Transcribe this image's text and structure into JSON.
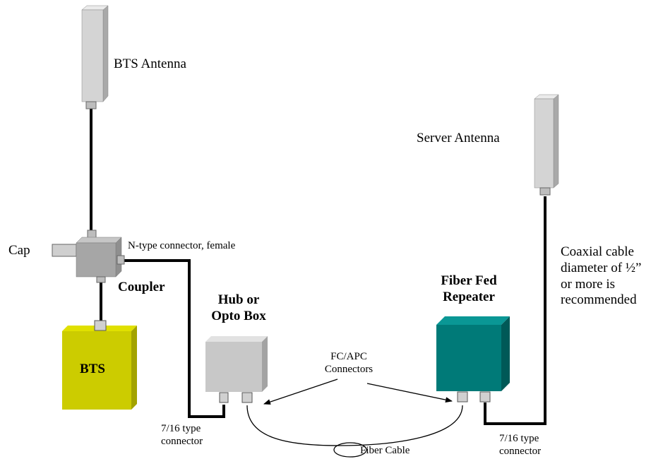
{
  "labels": {
    "bts_antenna": "BTS Antenna",
    "server_antenna": "Server Antenna",
    "cap": "Cap",
    "n_type_connector": "N-type connector, female",
    "coupler": "Coupler",
    "bts": "BTS",
    "hub_line1": "Hub or",
    "hub_line2": "Opto Box",
    "fiber_fed_line1": "Fiber Fed",
    "fiber_fed_line2": "Repeater",
    "coax_line1": "Coaxial cable",
    "coax_line2": "diameter of ½”",
    "coax_line3": "or more is",
    "coax_line4": "recommended",
    "fcapc_line1": "FC/APC",
    "fcapc_line2": "Connectors",
    "conn_left_line1": "7/16 type",
    "conn_left_line2": "connector",
    "fiber_cable": "Fiber Cable",
    "conn_right_line1": "7/16 type",
    "conn_right_line2": "connector"
  },
  "colors": {
    "antenna_front": "#d4d4d4",
    "antenna_side": "#a9a9a9",
    "coupler": "#a6a6a6",
    "bts_front": "#cccc00",
    "bts_side": "#a3a300",
    "hub_front": "#c8c8c8",
    "repeater_front": "#007a78",
    "repeater_side": "#005957",
    "cable": "#000000"
  }
}
